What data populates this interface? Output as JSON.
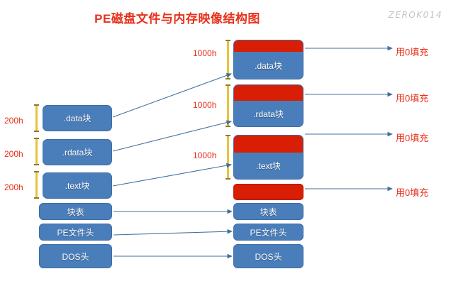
{
  "title": "PE磁盘文件与内存映像结构图",
  "watermark": "ZEROK014",
  "colors": {
    "title_red": "#e8301a",
    "block_blue": "#4a7ebb",
    "pad_red": "#d81e05",
    "bracket_yellow": "#e8c23c",
    "arrow_blue": "#41719c",
    "background": "#ffffff"
  },
  "disk_column": {
    "caption": "",
    "blocks": [
      {
        "label": ".data块",
        "size": "200h"
      },
      {
        "label": ".rdata块",
        "size": "200h"
      },
      {
        "label": ".text块",
        "size": "200h"
      },
      {
        "label": "块表",
        "size": ""
      },
      {
        "label": "PE文件头",
        "size": ""
      },
      {
        "label": "DOS头",
        "size": ""
      }
    ]
  },
  "memory_column": {
    "caption": "",
    "blocks": [
      {
        "label": ".data块",
        "size": "1000h",
        "has_pad": true
      },
      {
        "label": ".rdata块",
        "size": "1000h",
        "has_pad": true
      },
      {
        "label": ".text块",
        "size": "1000h",
        "has_pad": true
      },
      {
        "label": "",
        "size": "",
        "has_pad": true
      },
      {
        "label": "块表",
        "size": "",
        "has_pad": false
      },
      {
        "label": "PE文件头",
        "size": "",
        "has_pad": false
      },
      {
        "label": "DOS头",
        "size": "",
        "has_pad": false
      }
    ]
  },
  "fill_labels": [
    {
      "text": "用0填充"
    },
    {
      "text": "用0填充"
    },
    {
      "text": "用0填充"
    },
    {
      "text": "用0填充"
    }
  ]
}
